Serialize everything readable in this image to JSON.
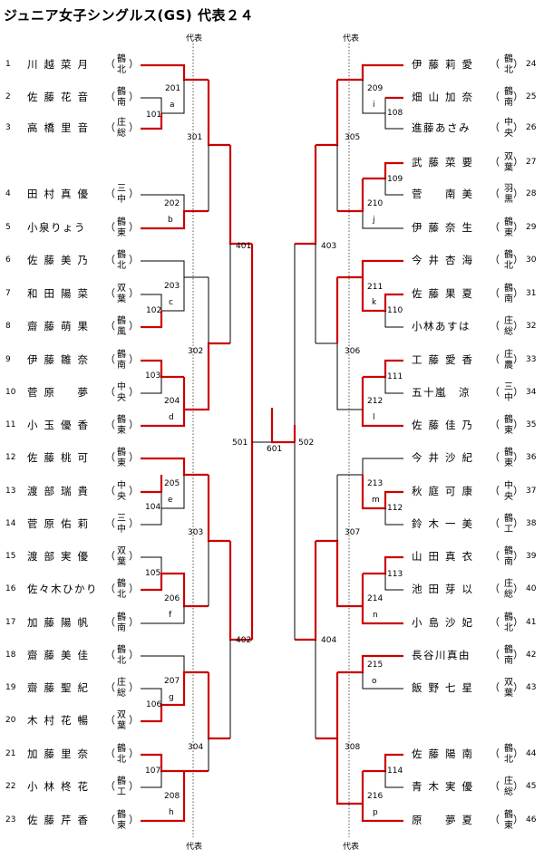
{
  "title": "ジュニア女子シングルス(GS) 代表２４",
  "rep_label": "代表",
  "left_players": [
    {
      "no": "1",
      "name": "川越菜月",
      "club": "鶴北"
    },
    {
      "no": "2",
      "name": "佐藤花音",
      "club": "鶴南"
    },
    {
      "no": "3",
      "name": "高橋里音",
      "club": "庄総"
    },
    {
      "no": "4",
      "name": "田村真優",
      "club": "三中"
    },
    {
      "no": "5",
      "name": "小泉りょう",
      "club": "鶴東"
    },
    {
      "no": "6",
      "name": "佐藤美乃",
      "club": "鶴北"
    },
    {
      "no": "7",
      "name": "和田陽菜",
      "club": "双葉"
    },
    {
      "no": "8",
      "name": "齋藤萌果",
      "club": "鶴風"
    },
    {
      "no": "9",
      "name": "伊藤雛奈",
      "club": "鶴南"
    },
    {
      "no": "10",
      "name": "菅原　夢",
      "club": "中央"
    },
    {
      "no": "11",
      "name": "小玉優香",
      "club": "鶴東"
    },
    {
      "no": "12",
      "name": "佐藤桃可",
      "club": "鶴東"
    },
    {
      "no": "13",
      "name": "渡部瑞貴",
      "club": "中央"
    },
    {
      "no": "14",
      "name": "菅原佑莉",
      "club": "三中"
    },
    {
      "no": "15",
      "name": "渡部実優",
      "club": "双葉"
    },
    {
      "no": "16",
      "name": "佐々木ひかり",
      "club": "鶴北"
    },
    {
      "no": "17",
      "name": "加藤陽帆",
      "club": "鶴南"
    },
    {
      "no": "18",
      "name": "齋藤美佳",
      "club": "鶴北"
    },
    {
      "no": "19",
      "name": "齋藤聖紀",
      "club": "庄総"
    },
    {
      "no": "20",
      "name": "木村花暢",
      "club": "双葉"
    },
    {
      "no": "21",
      "name": "加藤里奈",
      "club": "鶴北"
    },
    {
      "no": "22",
      "name": "小林柊花",
      "club": "鶴工"
    },
    {
      "no": "23",
      "name": "佐藤芹香",
      "club": "鶴東"
    }
  ],
  "right_players": [
    {
      "no": "24",
      "name": "伊藤莉愛",
      "club": "鶴北"
    },
    {
      "no": "25",
      "name": "畑山加奈",
      "club": "鶴南"
    },
    {
      "no": "26",
      "name": "進藤あさみ",
      "club": "中央"
    },
    {
      "no": "27",
      "name": "武藤菜要",
      "club": "双葉"
    },
    {
      "no": "28",
      "name": "菅　南美",
      "club": "羽黒"
    },
    {
      "no": "29",
      "name": "伊藤奈生",
      "club": "鶴東"
    },
    {
      "no": "30",
      "name": "今井杏海",
      "club": "鶴北"
    },
    {
      "no": "31",
      "name": "佐藤果夏",
      "club": "鶴南"
    },
    {
      "no": "32",
      "name": "小林あすは",
      "club": "庄総"
    },
    {
      "no": "33",
      "name": "工藤愛香",
      "club": "庄農"
    },
    {
      "no": "34",
      "name": "五十嵐　涼",
      "club": "三中"
    },
    {
      "no": "35",
      "name": "佐藤佳乃",
      "club": "鶴東"
    },
    {
      "no": "36",
      "name": "今井沙紀",
      "club": "鶴東"
    },
    {
      "no": "37",
      "name": "秋庭可康",
      "club": "中央"
    },
    {
      "no": "38",
      "name": "鈴木一美",
      "club": "鶴工"
    },
    {
      "no": "39",
      "name": "山田真衣",
      "club": "鶴南"
    },
    {
      "no": "40",
      "name": "池田芽以",
      "club": "庄総"
    },
    {
      "no": "41",
      "name": "小島沙妃",
      "club": "鶴北"
    },
    {
      "no": "42",
      "name": "長谷川真由",
      "club": "鶴南"
    },
    {
      "no": "43",
      "name": "飯野七星",
      "club": "双葉"
    },
    {
      "no": "44",
      "name": "佐藤陽南",
      "club": "鶴北"
    },
    {
      "no": "45",
      "name": "青木実優",
      "club": "庄総"
    },
    {
      "no": "46",
      "name": "原　夢夏",
      "club": "鶴東"
    }
  ],
  "match_labels": {
    "101": "101",
    "201": "201",
    "a": "a",
    "301": "301",
    "202": "202",
    "b": "b",
    "203": "203",
    "102": "102",
    "c": "c",
    "302": "302",
    "103": "103",
    "204": "204",
    "d": "d",
    "205": "205",
    "104": "104",
    "e": "e",
    "303": "303",
    "105": "105",
    "206": "206",
    "f": "f",
    "207": "207",
    "106": "106",
    "g": "g",
    "304": "304",
    "107": "107",
    "208": "208",
    "h": "h",
    "401": "401",
    "402": "402",
    "501": "501",
    "601": "601",
    "502": "502",
    "209": "209",
    "108": "108",
    "i": "i",
    "305": "305",
    "109": "109",
    "210": "210",
    "j": "j",
    "211": "211",
    "110": "110",
    "k": "k",
    "306": "306",
    "111": "111",
    "212": "212",
    "l": "l",
    "213": "213",
    "112": "112",
    "m": "m",
    "307": "307",
    "113": "113",
    "214": "214",
    "n": "n",
    "215": "215",
    "o": "o",
    "308": "308",
    "114": "114",
    "216": "216",
    "p": "p",
    "403": "403",
    "404": "404"
  },
  "colors": {
    "win": "#cc0000",
    "line": "#000000",
    "rep": "#555555"
  }
}
